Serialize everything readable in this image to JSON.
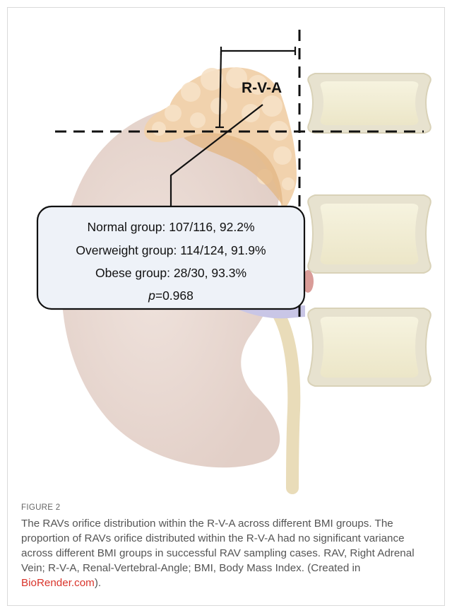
{
  "figure": {
    "region_label": "R-V-A",
    "stats_box": {
      "line1": "Normal group: 107/116, 92.2%",
      "line2": "Overweight group: 114/124, 91.9%",
      "line3": "Obese group: 28/30, 93.3%",
      "p_symbol": "p",
      "p_value": "=0.968"
    }
  },
  "caption": {
    "label": "FIGURE 2",
    "text_main": "The RAVs orifice distribution within the R-V-A across different BMI groups. The proportion of RAVs orifice distributed within the R-V-A had no significant variance across different BMI groups in successful RAV sampling cases. RAV, Right Adrenal Vein; R-V-A, Renal-Vertebral-Angle; BMI, Body Mass Index. (Created in ",
    "link_text": "BioRender.com",
    "text_end": ")."
  }
}
